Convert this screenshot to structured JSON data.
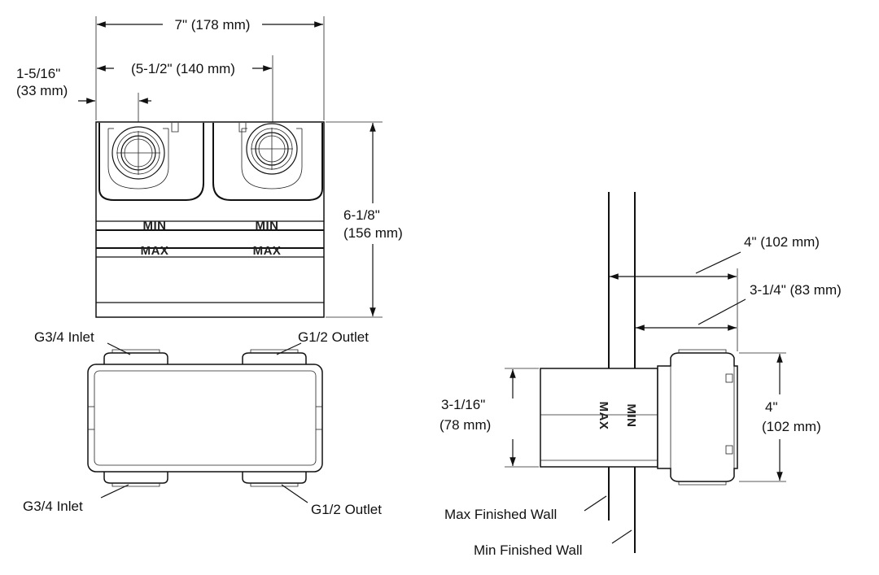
{
  "dimensions": {
    "overall_width": "7\" (178 mm)",
    "offset_in": "1-5/16\"",
    "offset_mm": "(33 mm)",
    "center_spacing": "(5-1/2\" (140 mm)",
    "height_in": "6-1/8\"",
    "height_mm": "(156 mm)",
    "depth_max": "4\" (102 mm)",
    "depth_min": "3-1/4\" (83 mm)",
    "side_height_in": "3-1/16\"",
    "side_height_mm": "(78 mm)",
    "side_box_in": "4\"",
    "side_box_mm": "(102 mm)"
  },
  "markings": {
    "min": "MIN",
    "max": "MAX"
  },
  "ports": {
    "inlet_top": "G3/4 Inlet",
    "outlet_top": "G1/2 Outlet",
    "inlet_bottom": "G3/4 Inlet",
    "outlet_bottom": "G1/2 Outlet"
  },
  "walls": {
    "max": "Max Finished Wall",
    "min": "Min Finished Wall"
  }
}
